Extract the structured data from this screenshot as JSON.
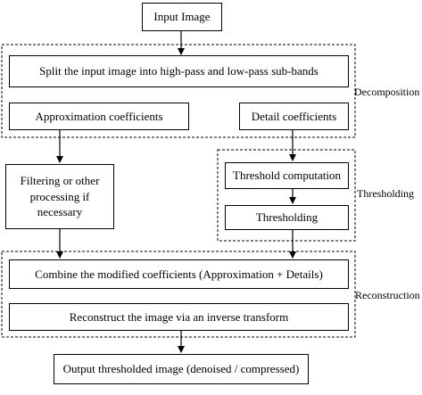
{
  "nodes": {
    "input_image": "Input Image",
    "split": "Split the input image into high-pass and low-pass sub-bands",
    "approximation": "Approximation coefficients",
    "detail": "Detail coefficients",
    "filtering": "Filtering or other processing if necessary",
    "threshold_computation": "Threshold computation",
    "thresholding": "Thresholding",
    "combine": "Combine the modified coefficients (Approximation + Details)",
    "reconstruct": "Reconstruct the image via an inverse transform",
    "output": "Output thresholded image (denoised / compressed)"
  },
  "groups": {
    "decomposition": "Decomposition",
    "thresholding": "Thresholding",
    "reconstruction": "Reconstruction"
  },
  "colors": {
    "line": "#000000",
    "background": "#ffffff"
  }
}
